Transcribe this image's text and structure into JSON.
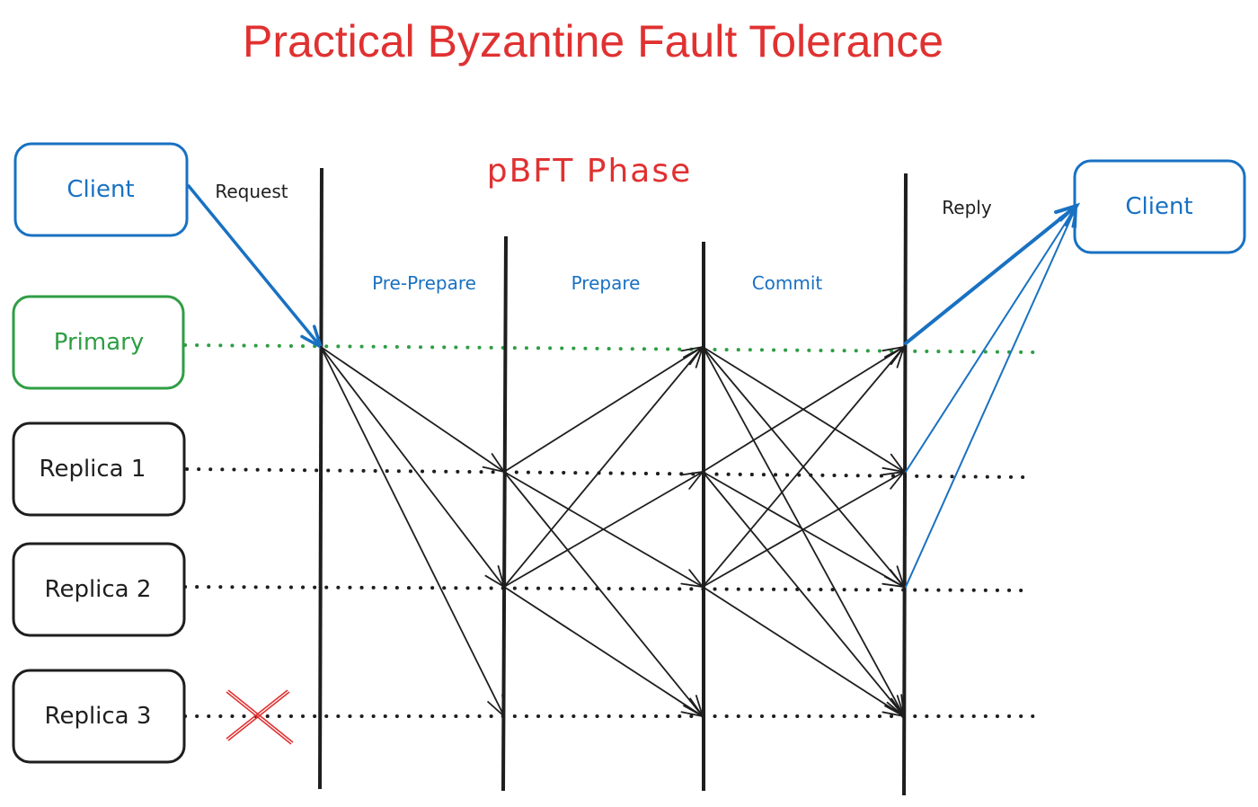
{
  "title": "Practical Byzantine Fault Tolerance",
  "phase_title": "pBFT Phase",
  "phases": [
    {
      "label": "Pre-Prepare"
    },
    {
      "label": "Prepare"
    },
    {
      "label": "Commit"
    }
  ],
  "messages": {
    "request": "Request",
    "reply": "Reply"
  },
  "nodes": {
    "client_left": {
      "label": "Client",
      "color": "#1971c2"
    },
    "client_right": {
      "label": "Client",
      "color": "#1971c2"
    },
    "primary": {
      "label": "Primary",
      "color": "#2f9e44"
    },
    "replica1": {
      "label": "Replica 1",
      "color": "#1e1e1e"
    },
    "replica2": {
      "label": "Replica 2",
      "color": "#1e1e1e"
    },
    "replica3": {
      "label": "Replica 3",
      "color": "#1e1e1e",
      "faulty": true
    }
  },
  "colors": {
    "title": "#e03131",
    "phase_label": "#1971c2",
    "primary_line": "#2f9e44",
    "replica_line": "#1e1e1e",
    "reply_arrow": "#1971c2",
    "fault_marker": "#e03131"
  },
  "flow": {
    "request": {
      "from": "client_left",
      "to": "primary"
    },
    "pre_prepare": {
      "from": "primary",
      "to": [
        "replica1",
        "replica2",
        "replica3"
      ]
    },
    "prepare": [
      {
        "from": "replica1",
        "to": [
          "primary",
          "replica2",
          "replica3"
        ]
      },
      {
        "from": "replica2",
        "to": [
          "primary",
          "replica1",
          "replica3"
        ]
      }
    ],
    "commit": [
      {
        "from": "primary",
        "to": [
          "replica1",
          "replica2",
          "replica3"
        ]
      },
      {
        "from": "replica1",
        "to": [
          "primary",
          "replica2",
          "replica3"
        ]
      },
      {
        "from": "replica2",
        "to": [
          "primary",
          "replica1",
          "replica3"
        ]
      }
    ],
    "reply": {
      "from": [
        "primary",
        "replica1",
        "replica2"
      ],
      "to": "client_right"
    }
  }
}
